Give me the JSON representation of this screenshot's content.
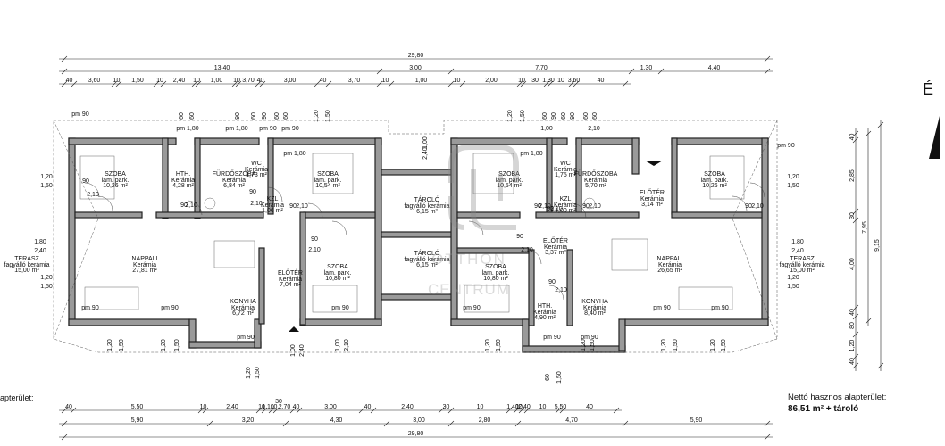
{
  "compass": {
    "north_label": "É"
  },
  "footer": {
    "left_label": "apterület:",
    "right_title": "Nettó hasznos alapterület:",
    "right_value": "86,51 m² + tároló"
  },
  "watermark": {
    "line1": "OTTHON",
    "line2": "CENTRUM"
  },
  "dims": {
    "top_total": "29,80",
    "top_row2": [
      "13,40",
      "3,00",
      "7,70",
      "1,30",
      "4,40"
    ],
    "top_row3": [
      "40",
      "3,60",
      "10",
      "1,50",
      "10",
      "2,40",
      "10",
      "1,00",
      "10",
      "3,70",
      "40",
      "3,00",
      "40",
      "3,70",
      "10",
      "1,00",
      "10",
      "2,00",
      "10",
      "30",
      "1,30",
      "10",
      "3,60",
      "40"
    ],
    "bottom_row1": [
      "40",
      "5,50",
      "10",
      "2,40",
      "10",
      "1,10",
      "10",
      "2,70",
      "40",
      "3,00",
      "40",
      "2,40",
      "30",
      "10",
      "1,40",
      "10",
      "2,40",
      "10",
      "5,50",
      "40"
    ],
    "bottom_row2": [
      "5,90",
      "3,20",
      "4,30",
      "3,00",
      "2,80",
      "4,70",
      "5,90"
    ],
    "bottom_total": "29,80",
    "bottom_extra": "30",
    "right_col1": [
      "40",
      "2,85",
      "30",
      "4,00",
      "40",
      "80",
      "1,20",
      "40"
    ],
    "right_col2": [
      "7,95",
      "9,15"
    ],
    "left_dims": [
      "1,20",
      "1,50",
      "1,80",
      "2,40",
      "1,20",
      "1,50"
    ],
    "right_side_dims": [
      "1,20",
      "1,50",
      "1,80",
      "2,40",
      "1,20",
      "1,50"
    ],
    "door_top_left": [
      "60",
      "60",
      "90",
      "60",
      "90",
      "60",
      "60",
      "1,20",
      "1,50"
    ],
    "door_top_right": [
      "1,20",
      "1,50",
      "60",
      "90",
      "60",
      "90",
      "60",
      "60"
    ],
    "misc_top": [
      "pm 1,80",
      "pm 1,80",
      "pm 90",
      "pm 90",
      "pm 1,80",
      "pm 1,80",
      "1,00",
      "2,10",
      "1,00",
      "2,40"
    ],
    "window_bottom": [
      "1,20",
      "1,50",
      "1,20",
      "1,50",
      "1,20",
      "1,50",
      "1,00",
      "2,40",
      "1,00",
      "2,10",
      "1,20",
      "1,50",
      "60",
      "1,50",
      "1,20",
      "1,50",
      "1,20",
      "1,50",
      "1,20",
      "1,50"
    ],
    "pm90_labels": [
      "pm 90",
      "pm 90",
      "pm 90",
      "pm 90",
      "pm 90",
      "pm 90",
      "pm 90",
      "pm 90",
      "pm 90",
      "pm 90",
      "pm 90"
    ],
    "door_labels": [
      "90",
      "2,10",
      "90",
      "2,10",
      "90",
      "2,10",
      "90",
      "2,10",
      "90",
      "2,10",
      "90",
      "2,10",
      "90",
      "2,10",
      "90",
      "2,10",
      "90",
      "2,10",
      "90",
      "2,10",
      "90",
      "2,10"
    ]
  },
  "rooms_left": [
    {
      "name": "SZOBA",
      "floor": "lam. park.",
      "area": "10,26 m²"
    },
    {
      "name": "HTH.",
      "floor": "Kerámia",
      "area": "4,28 m²"
    },
    {
      "name": "FÜRDŐSZOBA",
      "floor": "Kerámia",
      "area": "6,84 m²"
    },
    {
      "name": "WC",
      "floor": "Kerámia",
      "area": "1,73 m²"
    },
    {
      "name": "SZOBA",
      "floor": "lam. park.",
      "area": "10,54 m²"
    },
    {
      "name": "KZL",
      "floor": "Kerámia",
      "area": "1,06 m²"
    },
    {
      "name": "NAPPALI",
      "floor": "Kerámia",
      "area": "27,81 m²"
    },
    {
      "name": "ELŐTÉR",
      "floor": "Kerámia",
      "area": "7,04 m²"
    },
    {
      "name": "SZOBA",
      "floor": "lam. park.",
      "area": "10,80 m²"
    },
    {
      "name": "KONYHA",
      "floor": "Kerámia",
      "area": "6,72 m²"
    },
    {
      "name": "TERASZ",
      "floor": "fagyálló kerámia",
      "area": "15,00 m²"
    }
  ],
  "rooms_mid": [
    {
      "name": "TÁROLÓ",
      "floor": "fagyálló kerámia",
      "area": "6,15 m²"
    },
    {
      "name": "TÁROLÓ",
      "floor": "fagyálló kerámia",
      "area": "6,15 m²"
    }
  ],
  "rooms_right": [
    {
      "name": "SZOBA",
      "floor": "lam. park.",
      "area": "10,54 m²"
    },
    {
      "name": "WC",
      "floor": "Kerámia",
      "area": "1,75 m²"
    },
    {
      "name": "FÜRDŐSZOBA",
      "floor": "Kerámia",
      "area": "5,70 m²"
    },
    {
      "name": "SZOBA",
      "floor": "lam. park.",
      "area": "10,26 m²"
    },
    {
      "name": "KZL",
      "floor": "Kerámia",
      "area": "1,00 m²"
    },
    {
      "name": "ELŐTÉR",
      "floor": "Kerámia",
      "area": "3,14 m²"
    },
    {
      "name": "ELŐTÉR",
      "floor": "Kerámia",
      "area": "3,37 m²"
    },
    {
      "name": "NAPPALI",
      "floor": "Kerámia",
      "area": "26,65 m²"
    },
    {
      "name": "SZOBA",
      "floor": "lam. park.",
      "area": "10,80 m²"
    },
    {
      "name": "HTH.",
      "floor": "Kerámia",
      "area": "4,90 m²"
    },
    {
      "name": "KONYHA",
      "floor": "Kerámia",
      "area": "8,40 m²"
    },
    {
      "name": "TERASZ",
      "floor": "fagyálló kerámia",
      "area": "15,00 m²"
    }
  ]
}
